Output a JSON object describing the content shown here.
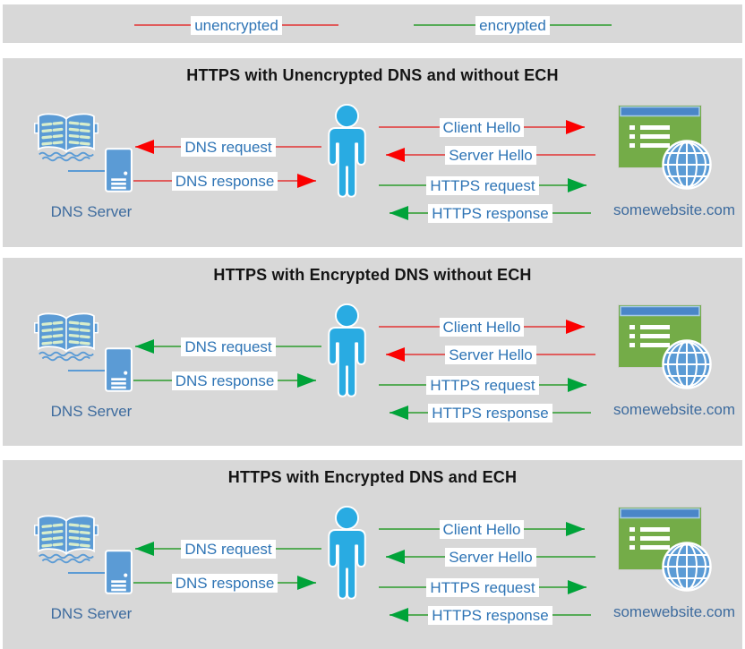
{
  "colors": {
    "panel_bg": "#d8d8d8",
    "unencrypted_line": "#e05c5c",
    "unencrypted_head": "#fb0000",
    "encrypted_line": "#56ab57",
    "encrypted_head": "#00a339",
    "label_text": "#2e74b5",
    "caption_text": "#3d6b9e",
    "person_blue": "#29abe2",
    "dns_icon_blue": "#5b9bd5",
    "browser_green": "#74ac48",
    "browser_titlebar_blue": "#4a86c8"
  },
  "legend": {
    "items": [
      {
        "label": "unencrypted",
        "color": "#e05c5c"
      },
      {
        "label": "encrypted",
        "color": "#56ab57"
      }
    ]
  },
  "panels": [
    {
      "title": "HTTPS with Unencrypted DNS and without ECH",
      "dns_server_label": "DNS Server",
      "website_label": "somewebsite.com",
      "arrows": {
        "client_hello": {
          "label": "Client Hello",
          "direction": "right",
          "status": "unencrypted",
          "line": "#e05c5c",
          "head": "#fb0000"
        },
        "dns_request": {
          "label": "DNS request",
          "direction": "left",
          "status": "unencrypted",
          "line": "#e05c5c",
          "head": "#fb0000"
        },
        "server_hello": {
          "label": "Server Hello",
          "direction": "left",
          "status": "unencrypted",
          "line": "#e05c5c",
          "head": "#fb0000"
        },
        "dns_response": {
          "label": "DNS response",
          "direction": "right",
          "status": "unencrypted",
          "line": "#e05c5c",
          "head": "#fb0000"
        },
        "https_request": {
          "label": "HTTPS request",
          "direction": "right",
          "status": "encrypted",
          "line": "#56ab57",
          "head": "#00a339"
        },
        "https_response": {
          "label": "HTTPS response",
          "direction": "left",
          "status": "encrypted",
          "line": "#56ab57",
          "head": "#00a339"
        }
      }
    },
    {
      "title": "HTTPS with Encrypted DNS without ECH",
      "dns_server_label": "DNS Server",
      "website_label": "somewebsite.com",
      "arrows": {
        "client_hello": {
          "label": "Client Hello",
          "direction": "right",
          "status": "unencrypted",
          "line": "#e05c5c",
          "head": "#fb0000"
        },
        "dns_request": {
          "label": "DNS request",
          "direction": "left",
          "status": "encrypted",
          "line": "#56ab57",
          "head": "#00a339"
        },
        "server_hello": {
          "label": "Server Hello",
          "direction": "left",
          "status": "unencrypted",
          "line": "#e05c5c",
          "head": "#fb0000"
        },
        "dns_response": {
          "label": "DNS response",
          "direction": "right",
          "status": "encrypted",
          "line": "#56ab57",
          "head": "#00a339"
        },
        "https_request": {
          "label": "HTTPS request",
          "direction": "right",
          "status": "encrypted",
          "line": "#56ab57",
          "head": "#00a339"
        },
        "https_response": {
          "label": "HTTPS response",
          "direction": "left",
          "status": "encrypted",
          "line": "#56ab57",
          "head": "#00a339"
        }
      }
    },
    {
      "title": "HTTPS with Encrypted DNS and ECH",
      "dns_server_label": "DNS Server",
      "website_label": "somewebsite.com",
      "arrows": {
        "client_hello": {
          "label": "Client Hello",
          "direction": "right",
          "status": "encrypted",
          "line": "#56ab57",
          "head": "#00a339"
        },
        "dns_request": {
          "label": "DNS request",
          "direction": "left",
          "status": "encrypted",
          "line": "#56ab57",
          "head": "#00a339"
        },
        "server_hello": {
          "label": "Server Hello",
          "direction": "left",
          "status": "encrypted",
          "line": "#56ab57",
          "head": "#00a339"
        },
        "dns_response": {
          "label": "DNS response",
          "direction": "right",
          "status": "encrypted",
          "line": "#56ab57",
          "head": "#00a339"
        },
        "https_request": {
          "label": "HTTPS request",
          "direction": "right",
          "status": "encrypted",
          "line": "#56ab57",
          "head": "#00a339"
        },
        "https_response": {
          "label": "HTTPS response",
          "direction": "left",
          "status": "encrypted",
          "line": "#56ab57",
          "head": "#00a339"
        }
      }
    }
  ]
}
